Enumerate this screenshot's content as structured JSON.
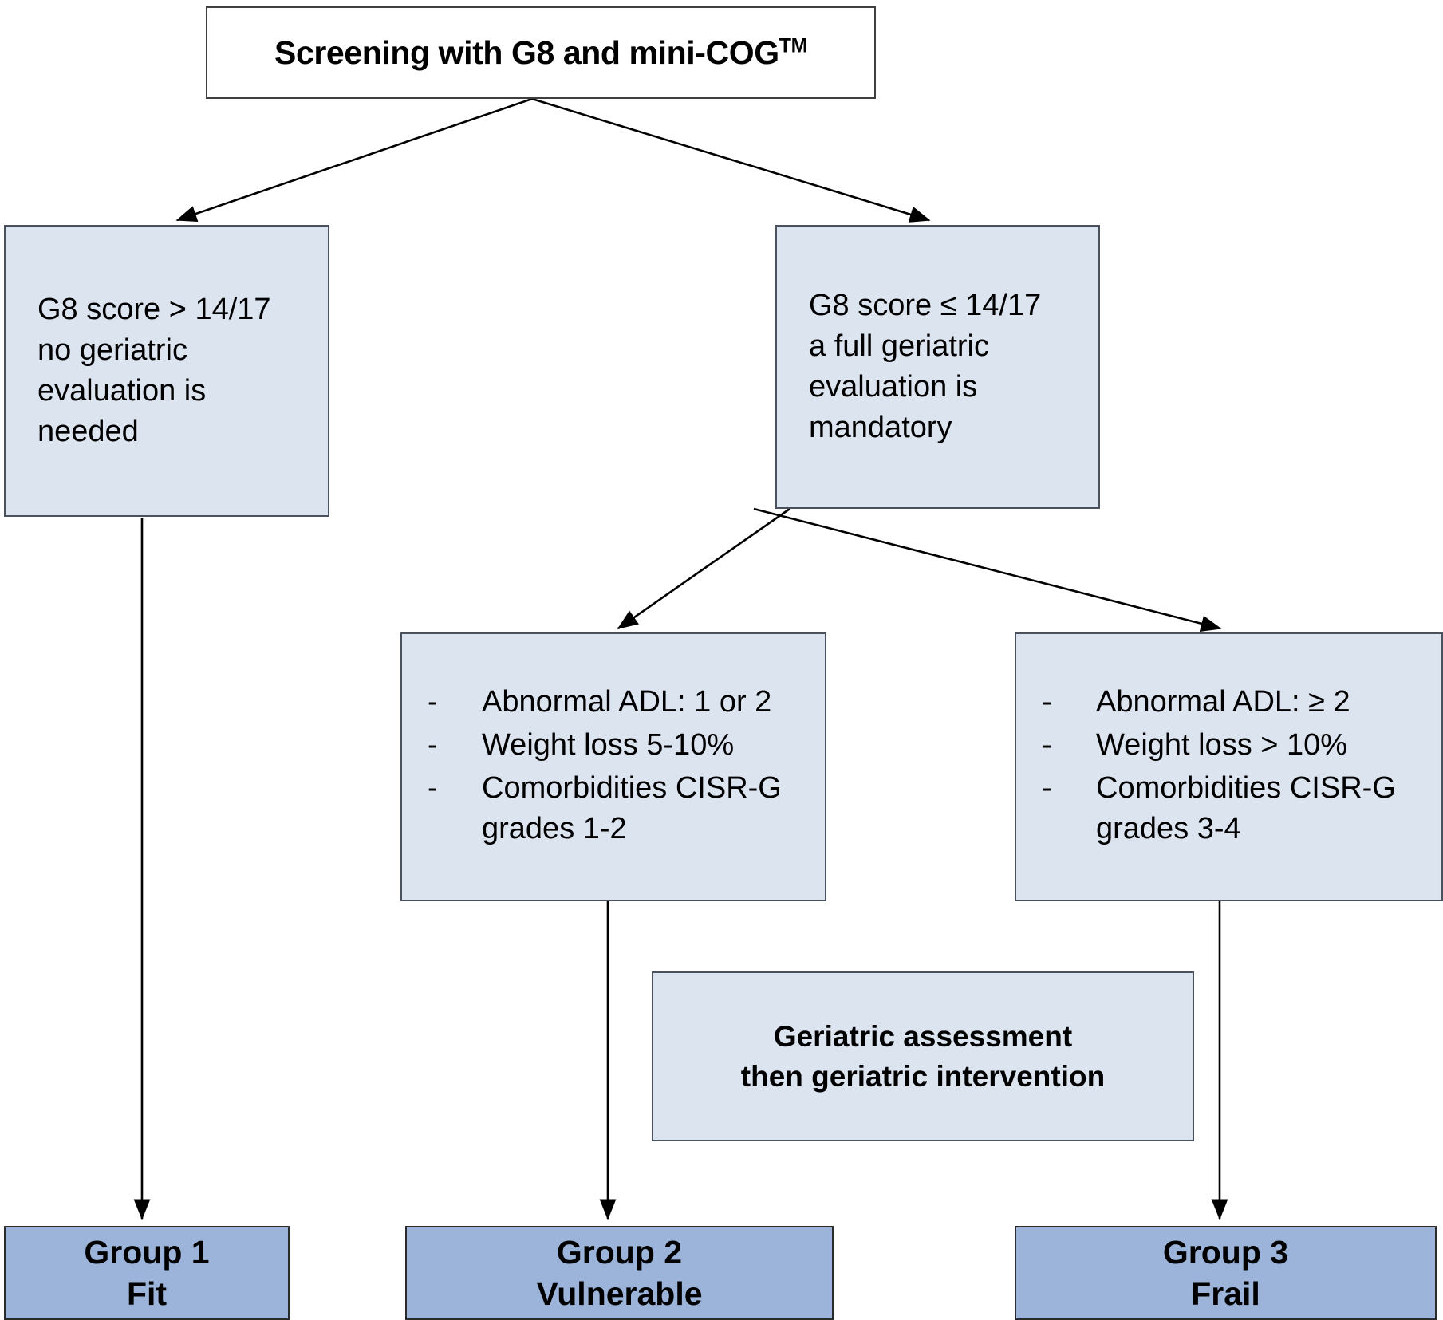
{
  "diagram": {
    "title_node": {
      "label_main": "Screening with G8 and mini-COG",
      "label_sup": "TM"
    },
    "nodes": [
      {
        "id": "g8-high",
        "name": "g8-score-high-box",
        "text": "G8 score > 14/17\nno geriatric\nevaluation is\nneeded"
      },
      {
        "id": "g8-low",
        "name": "g8-score-low-box",
        "text": "G8 score ≤ 14/17\na full geriatric\nevaluation is\nmandatory"
      }
    ],
    "criteria_vulnerable": {
      "name": "vulnerable-criteria-box",
      "items": [
        "Abnormal ADL: 1 or 2",
        "Weight loss 5-10%",
        "Comorbidities CISR-G\ngrades 1-2"
      ]
    },
    "criteria_frail": {
      "name": "frail-criteria-box",
      "items": [
        "Abnormal ADL: ≥ 2",
        "Weight loss > 10%",
        "Comorbidities CISR-G\ngrades 3-4"
      ]
    },
    "assessment_node": {
      "text": "Geriatric assessment\nthen geriatric intervention"
    },
    "groups": [
      {
        "id": "group-1",
        "text": "Group 1\nFit"
      },
      {
        "id": "group-2",
        "text": "Group 2\nVulnerable"
      },
      {
        "id": "group-3",
        "text": "Group 3\nFrail"
      }
    ],
    "bullet_dash": "-",
    "colors": {
      "light_fill": "#dce4f0",
      "dark_fill": "#9cb4da",
      "border": "#49525e",
      "arrow": "#000000",
      "text": "#000000"
    }
  }
}
